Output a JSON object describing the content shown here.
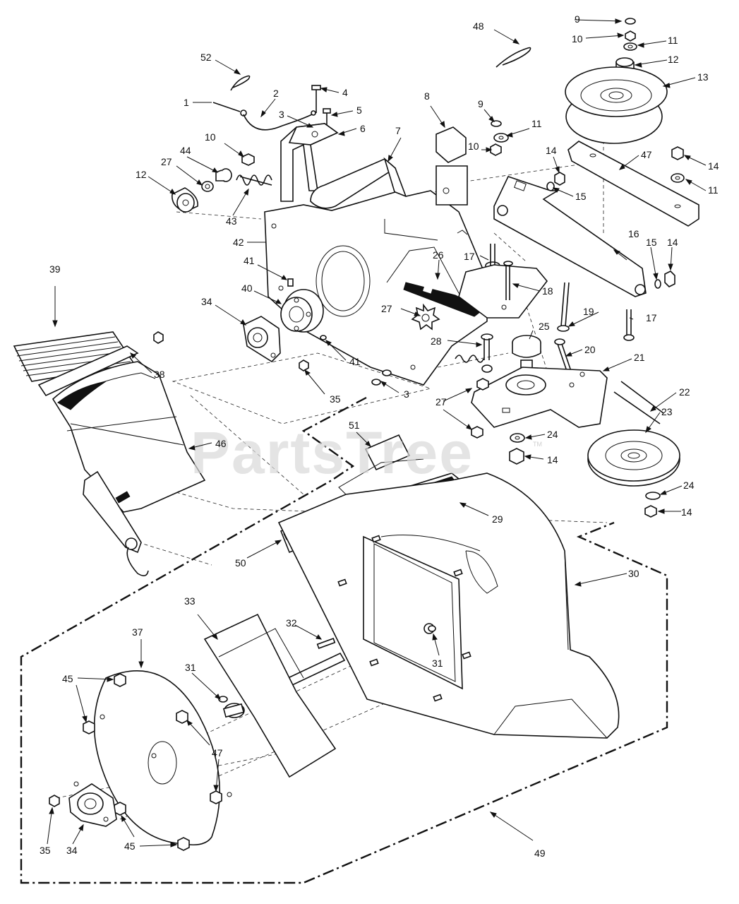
{
  "watermark": {
    "text": "PartsTree",
    "trademark": "TM"
  },
  "callouts": {
    "c1": "1",
    "c2": "2",
    "c3": "3",
    "c3b": "3",
    "c4": "4",
    "c5": "5",
    "c6": "6",
    "c7": "7",
    "c8": "8",
    "c9a": "9",
    "c9b": "9",
    "c10a": "10",
    "c10b": "10",
    "c10c": "10",
    "c11a": "11",
    "c11b": "11",
    "c11c": "11",
    "c12a": "12",
    "c12b": "12",
    "c13": "13",
    "c14a": "14",
    "c14b": "14",
    "c14c": "14",
    "c14d": "14",
    "c14e": "14",
    "c15a": "15",
    "c15b": "15",
    "c16": "16",
    "c17a": "17",
    "c17b": "17",
    "c18": "18",
    "c19": "19",
    "c20": "20",
    "c21": "21",
    "c22": "22",
    "c23": "23",
    "c24a": "24",
    "c24b": "24",
    "c25": "25",
    "c26": "26",
    "c27a": "27",
    "c27b": "27",
    "c27c": "27",
    "c28": "28",
    "c29": "29",
    "c30": "30",
    "c31a": "31",
    "c31b": "31",
    "c32": "32",
    "c33": "33",
    "c34a": "34",
    "c34b": "34",
    "c35a": "35",
    "c35b": "35",
    "c37": "37",
    "c38": "38",
    "c39": "39",
    "c40": "40",
    "c41a": "41",
    "c41b": "41",
    "c42": "42",
    "c43": "43",
    "c44": "44",
    "c45a": "45",
    "c45b": "45",
    "c46": "46",
    "c47a": "47",
    "c47b": "47",
    "c48": "48",
    "c49": "49",
    "c50": "50",
    "c51": "51",
    "c52": "52"
  }
}
